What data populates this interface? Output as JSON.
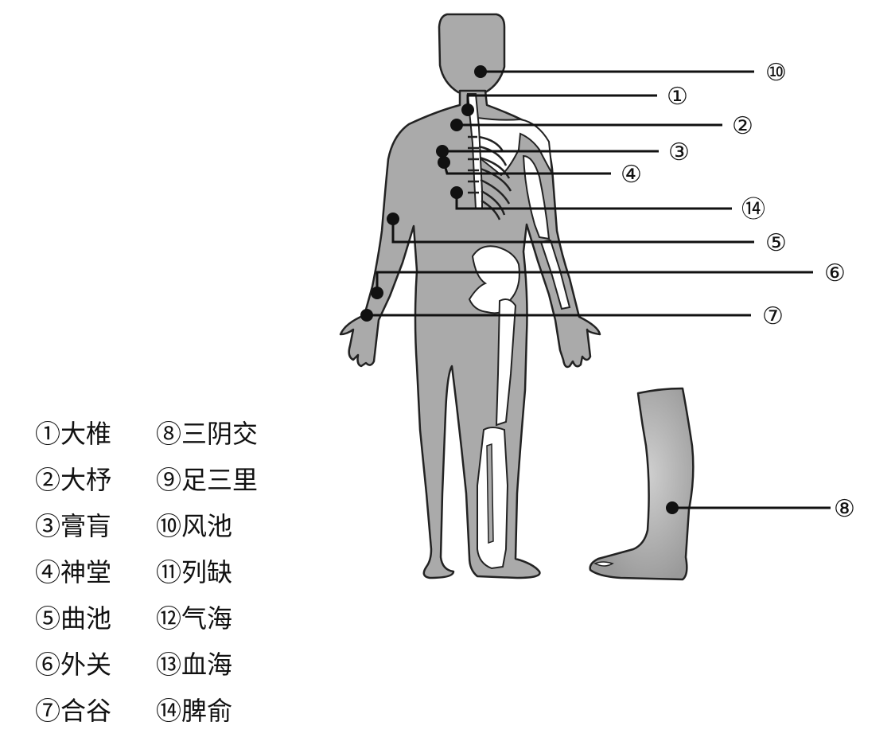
{
  "diagram": {
    "callouts": [
      {
        "id": "c10",
        "label": "⑩"
      },
      {
        "id": "c1",
        "label": "①"
      },
      {
        "id": "c2",
        "label": "②"
      },
      {
        "id": "c3",
        "label": "③"
      },
      {
        "id": "c4",
        "label": "④"
      },
      {
        "id": "c14",
        "label": "⑭"
      },
      {
        "id": "c5",
        "label": "⑤"
      },
      {
        "id": "c6",
        "label": "⑥"
      },
      {
        "id": "c7",
        "label": "⑦"
      },
      {
        "id": "c8",
        "label": "⑧"
      }
    ],
    "legend": [
      [
        "①大椎",
        "⑧三阴交"
      ],
      [
        "②大杼",
        "⑨足三里"
      ],
      [
        "③膏肓",
        "⑩风池"
      ],
      [
        "④神堂",
        "⑪列缺"
      ],
      [
        "⑤曲池",
        "⑫气海"
      ],
      [
        "⑥外关",
        "⑬血海"
      ],
      [
        "⑦合谷",
        "⑭脾俞"
      ]
    ],
    "colors": {
      "body_fill": "#aaaaaa",
      "leg_fill": "#b3b3b3",
      "outline": "#222222",
      "bone": "#ffffff",
      "line": "#111111"
    }
  }
}
